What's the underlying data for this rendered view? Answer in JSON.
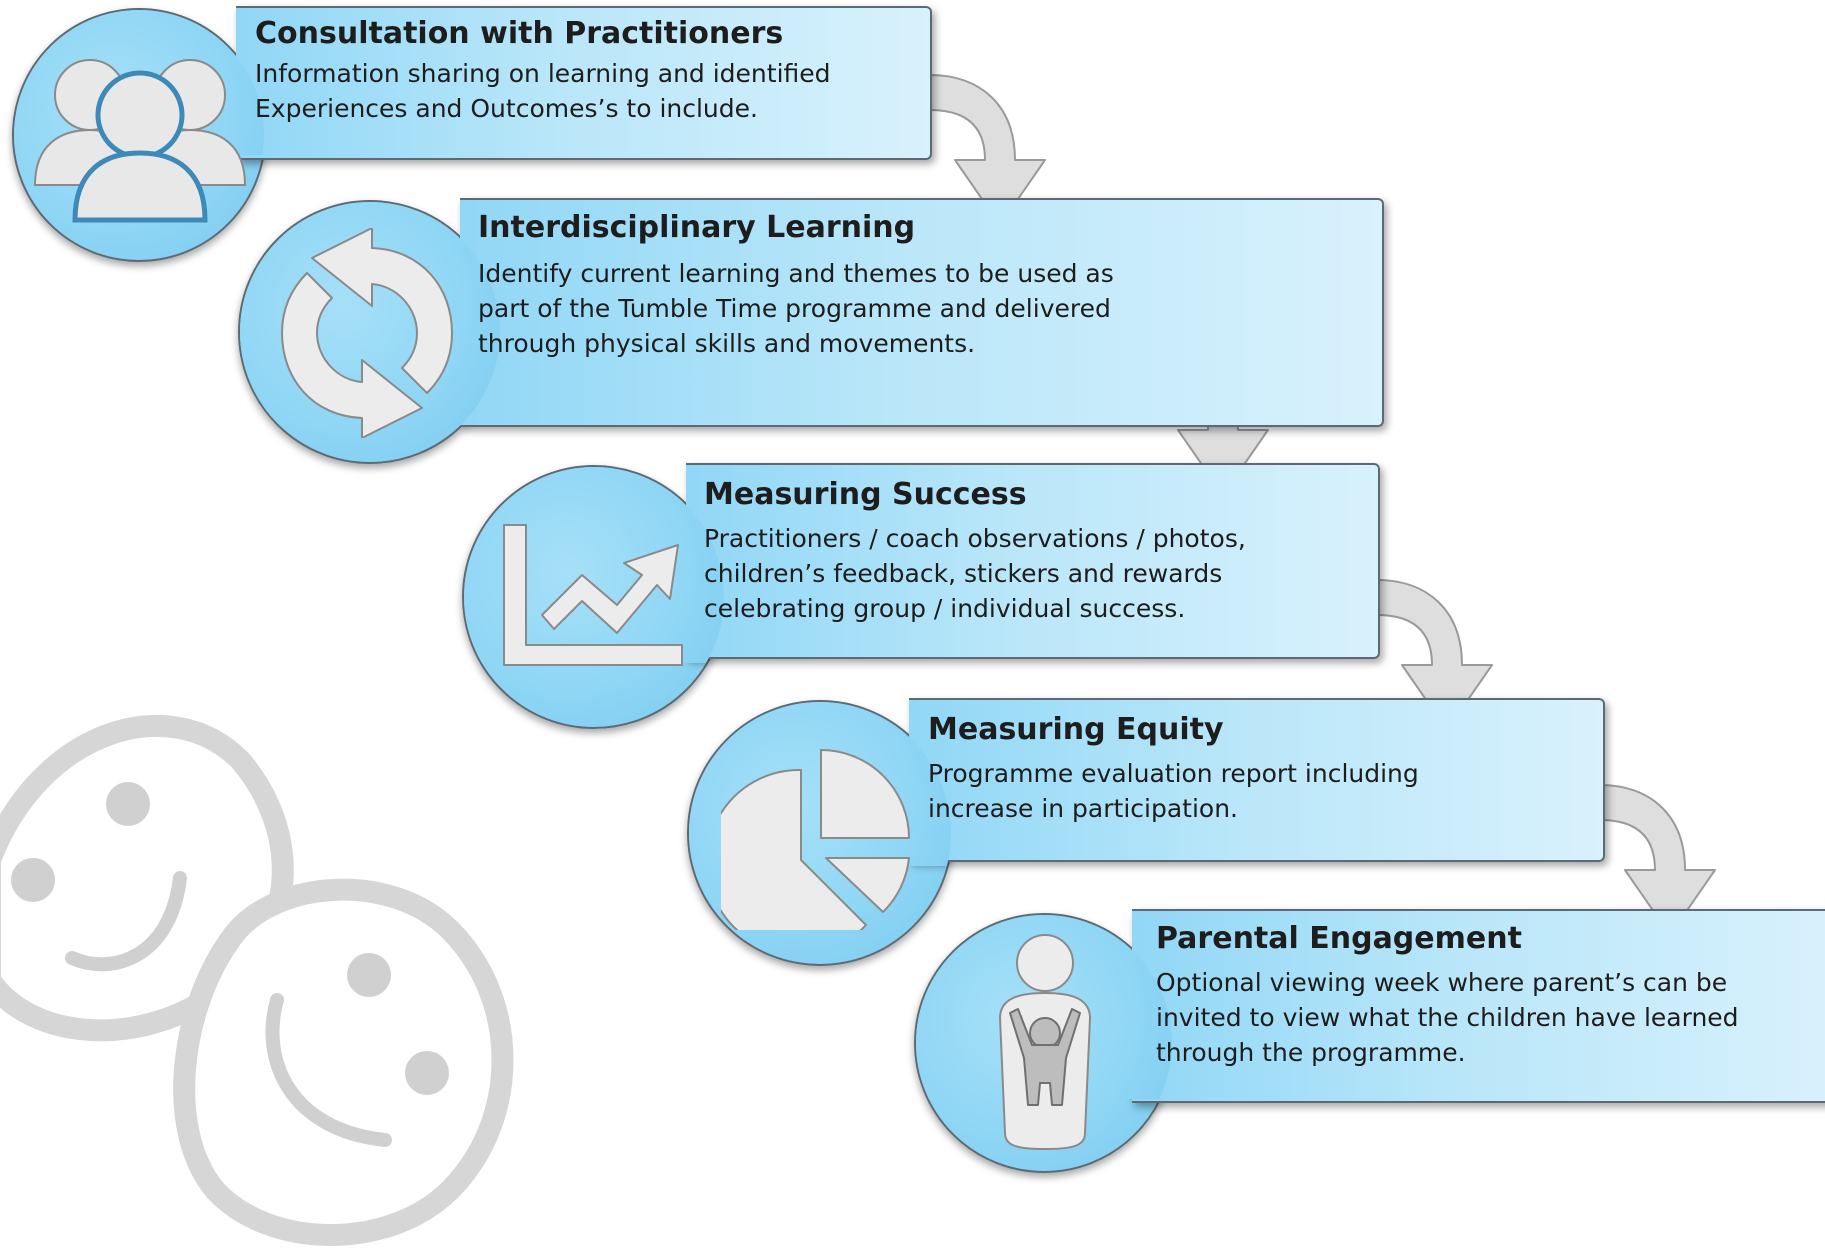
{
  "steps": [
    {
      "title": "Consultation with Practitioners",
      "description": "Information sharing on learning and identified\nExperiences and Outcomes’s to include.",
      "icon": "people-icon"
    },
    {
      "title": "Interdisciplinary Learning",
      "description": "Identify current learning and themes to be used as\npart of the Tumble Time programme and delivered\nthrough physical skills and movements.",
      "icon": "cycle-arrows-icon"
    },
    {
      "title": "Measuring Success",
      "description": "Practitioners / coach observations / photos,\nchildren’s feedback, stickers and rewards\ncelebrating group / individual success.",
      "icon": "trend-chart-icon"
    },
    {
      "title": "Measuring Equity",
      "description": "Programme evaluation report including\nincrease in participation.",
      "icon": "pie-chart-icon"
    },
    {
      "title": "Parental Engagement",
      "description": "Optional viewing week where parent’s can be\ninvited to view what the children have learned\nthrough the programme.",
      "icon": "parent-child-icon"
    }
  ],
  "decoration": {
    "smiley_icon": "smiley-face-icon",
    "accent_color": "#8fd6f5",
    "arrow_color": "#d9d9d9"
  }
}
